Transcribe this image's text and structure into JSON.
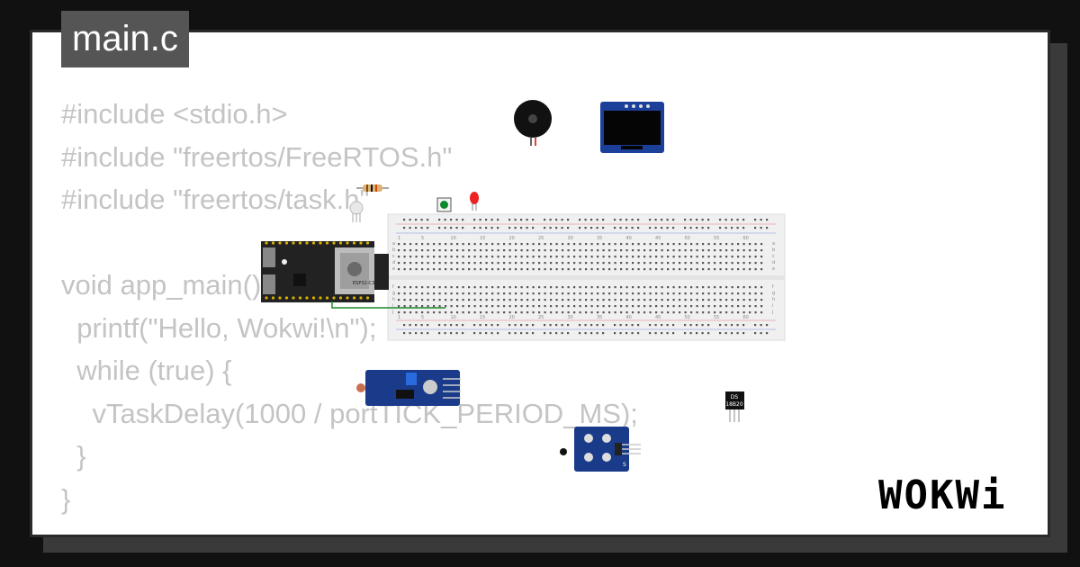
{
  "editor": {
    "file_tab": "main.c",
    "code_lines": [
      "#include <stdio.h>",
      "#include \"freertos/FreeRTOS.h\"",
      "#include \"freertos/task.h\"",
      "",
      "void app_main() {",
      "  printf(\"Hello, Wokwi!\\n\");",
      "  while (true) {",
      "    vTaskDelay(1000 / portTICK_PERIOD_MS);",
      "  }",
      "}"
    ]
  },
  "components": {
    "board_label": "ESP32-C3",
    "sensor_label_1": "DS",
    "sensor_label_2": "18B20",
    "module_pin_label": "S",
    "breadboard_numbers": [
      "1",
      "5",
      "10",
      "15",
      "20",
      "25",
      "30",
      "35",
      "40",
      "45",
      "50",
      "55",
      "60"
    ],
    "row_letters_top": [
      "a",
      "b",
      "c",
      "d",
      "e"
    ],
    "row_letters_bottom": [
      "f",
      "g",
      "h",
      "i",
      "j"
    ]
  },
  "brand": {
    "logo_text": "WOKWi"
  },
  "colors": {
    "background": "#111111",
    "card": "#ffffff",
    "tab": "#555555",
    "code_text": "#c4c4c4",
    "breadboard": "#f0f0f0",
    "pcb_blue": "#1a3a8a",
    "board_black": "#222222",
    "wire_green": "#1a8a2a"
  }
}
